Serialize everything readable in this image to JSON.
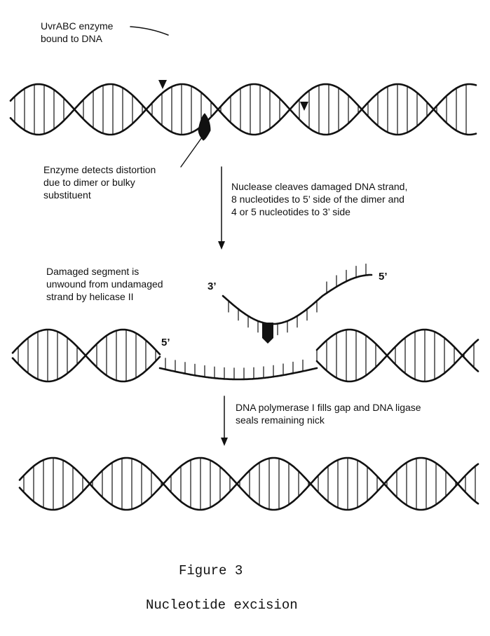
{
  "labels": {
    "enzyme": "UvrABC enzyme\nbound to DNA",
    "detects": "Enzyme detects distortion\ndue to dimer or bulky\nsubstituent",
    "nuclease": "Nuclease cleaves damaged DNA strand,\n8 nucleotides to 5’ side of the dimer and\n4 or 5 nucleotides to 3’ side",
    "damaged": "Damaged segment is\nunwound from undamaged\nstrand by helicase II",
    "end_3prime": "3’",
    "end_5prime_top": "5’",
    "end_5prime_gap": "5’",
    "polymerase": "DNA polymerase I fills gap and DNA ligase\nseals remaining nick"
  },
  "caption": {
    "figure": "Figure 3",
    "title": "Nucleotide excision"
  },
  "colors": {
    "ink": "#111111",
    "background": "#ffffff"
  }
}
